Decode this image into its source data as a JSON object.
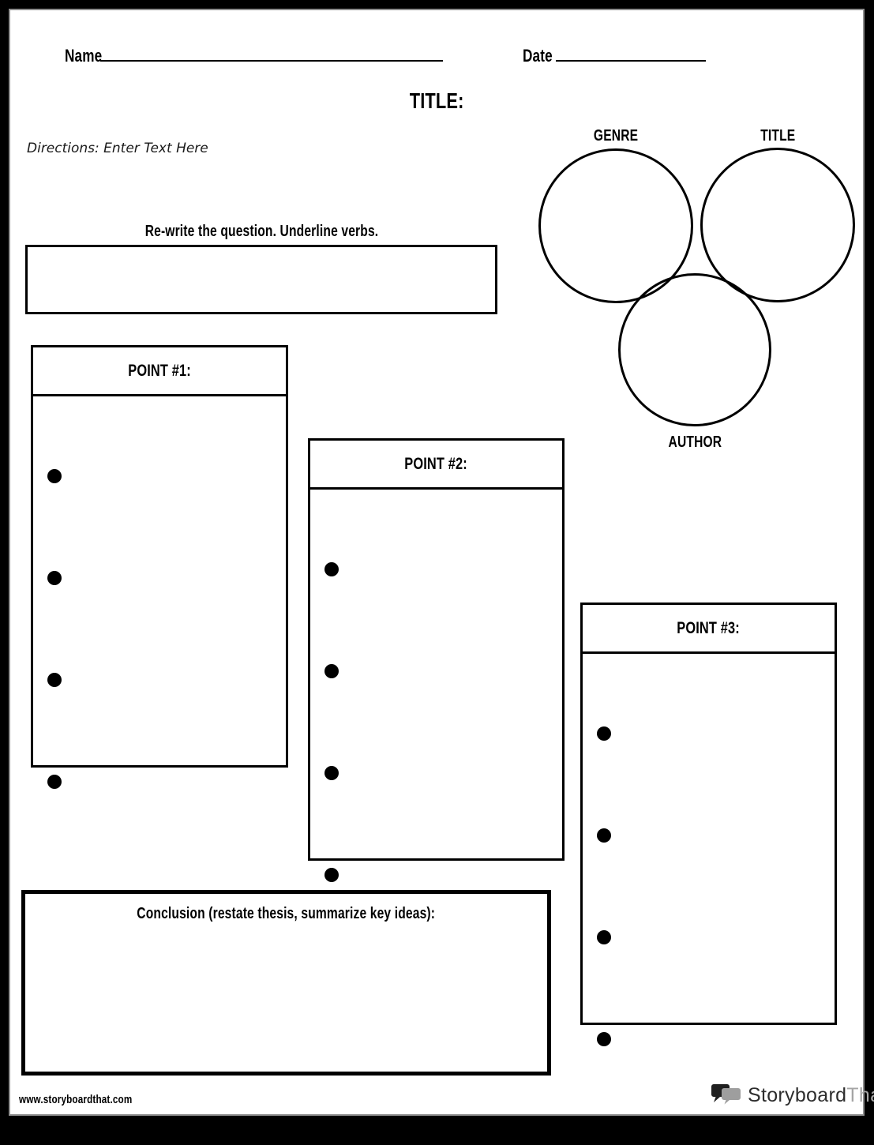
{
  "header": {
    "name_label": "Name",
    "date_label": "Date",
    "title_heading": "TITLE:"
  },
  "directions_text": "Directions: Enter Text Here",
  "rewrite": {
    "heading": "Re-write the question. Underline verbs."
  },
  "venn": {
    "genre_label": "GENRE",
    "title_label": "TITLE",
    "author_label": "AUTHOR"
  },
  "points": [
    {
      "label": "POINT #1:",
      "bullet_count": 4
    },
    {
      "label": "POINT #2:",
      "bullet_count": 4
    },
    {
      "label": "POINT #3:",
      "bullet_count": 4
    }
  ],
  "conclusion": {
    "heading": "Conclusion (restate thesis, summarize key ideas):"
  },
  "footer": {
    "website": "www.storyboardthat.com",
    "logo_text_primary": "Storyboard",
    "logo_text_secondary": "That"
  },
  "colors": {
    "ink": "#000000",
    "logo_dark": "#2d2d2d",
    "logo_gray": "#a5a5a5"
  }
}
